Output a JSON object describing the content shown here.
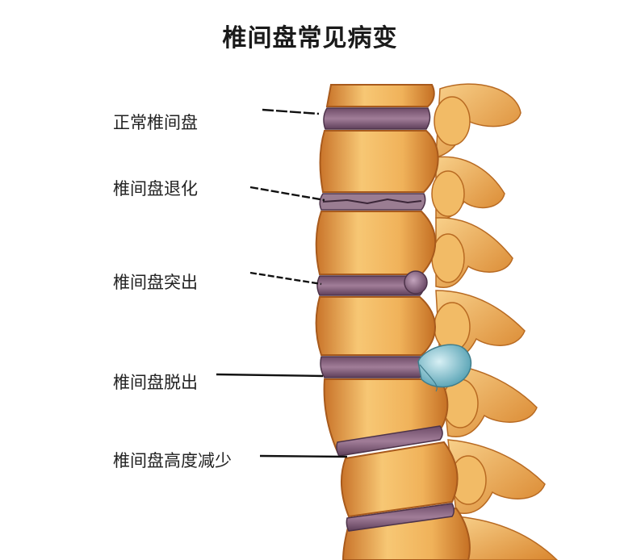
{
  "title": "椎间盘常见病变",
  "labels": [
    {
      "id": "normal",
      "text": "正常椎间盘"
    },
    {
      "id": "degeneration",
      "text": "椎间盘退化"
    },
    {
      "id": "bulge",
      "text": "椎间盘突出"
    },
    {
      "id": "herniation",
      "text": "椎间盘脱出"
    },
    {
      "id": "height-loss",
      "text": "椎间盘高度减少"
    }
  ],
  "colors": {
    "bone_light": "#f6c46e",
    "bone_mid": "#e59a3a",
    "bone_dark": "#b8651f",
    "disc": "#8e6a86",
    "disc_dark": "#5e3f5a",
    "herniation": "#8fc9d6",
    "leader": "#111111"
  }
}
